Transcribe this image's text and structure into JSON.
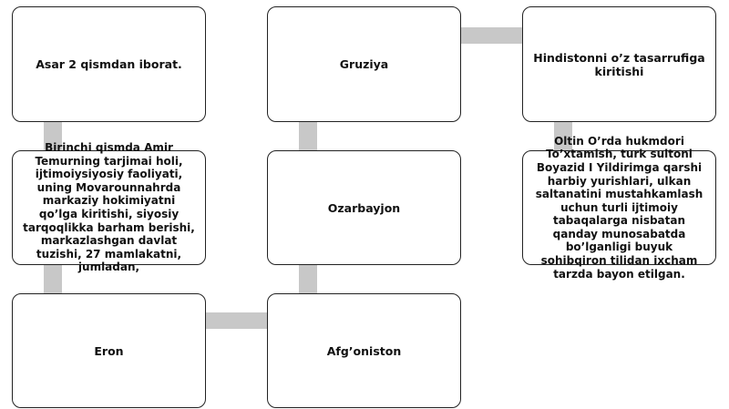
{
  "diagram": {
    "connector_color": "#c8c8c8",
    "border_color": "#222222",
    "boxes": {
      "b1": "Asar 2 qismdan iborat.",
      "b2": "Birinchi qismda Amir Temurning tarjimai holi, ijtimoiysiyosiy faoliyati, uning Movarounnahrda markaziy hokimiyatni qo’lga kiritishi, siyosiy tarqoqlikka barham berishi, markazlashgan davlat tuzishi, 27 mamlakatni, jumladan,",
      "b3": "Eron",
      "b4": "Afg’oniston",
      "b5": "Ozarbayjon",
      "b6": "Gruziya",
      "b7": "Hindistonni o’z tasarrufiga kiritishi",
      "b8": "Oltin O’rda hukmdori To’xtamish, turk sultoni Boyazid I Yildirimga qarshi harbiy yurishlari, ulkan saltanatini mustahkamlash uchun turli ijtimoiy tabaqalarga nisbatan qanday munosabatda bo’lganligi buyuk sohibqiron tilidan ixcham tarzda bayon etilgan."
    }
  }
}
